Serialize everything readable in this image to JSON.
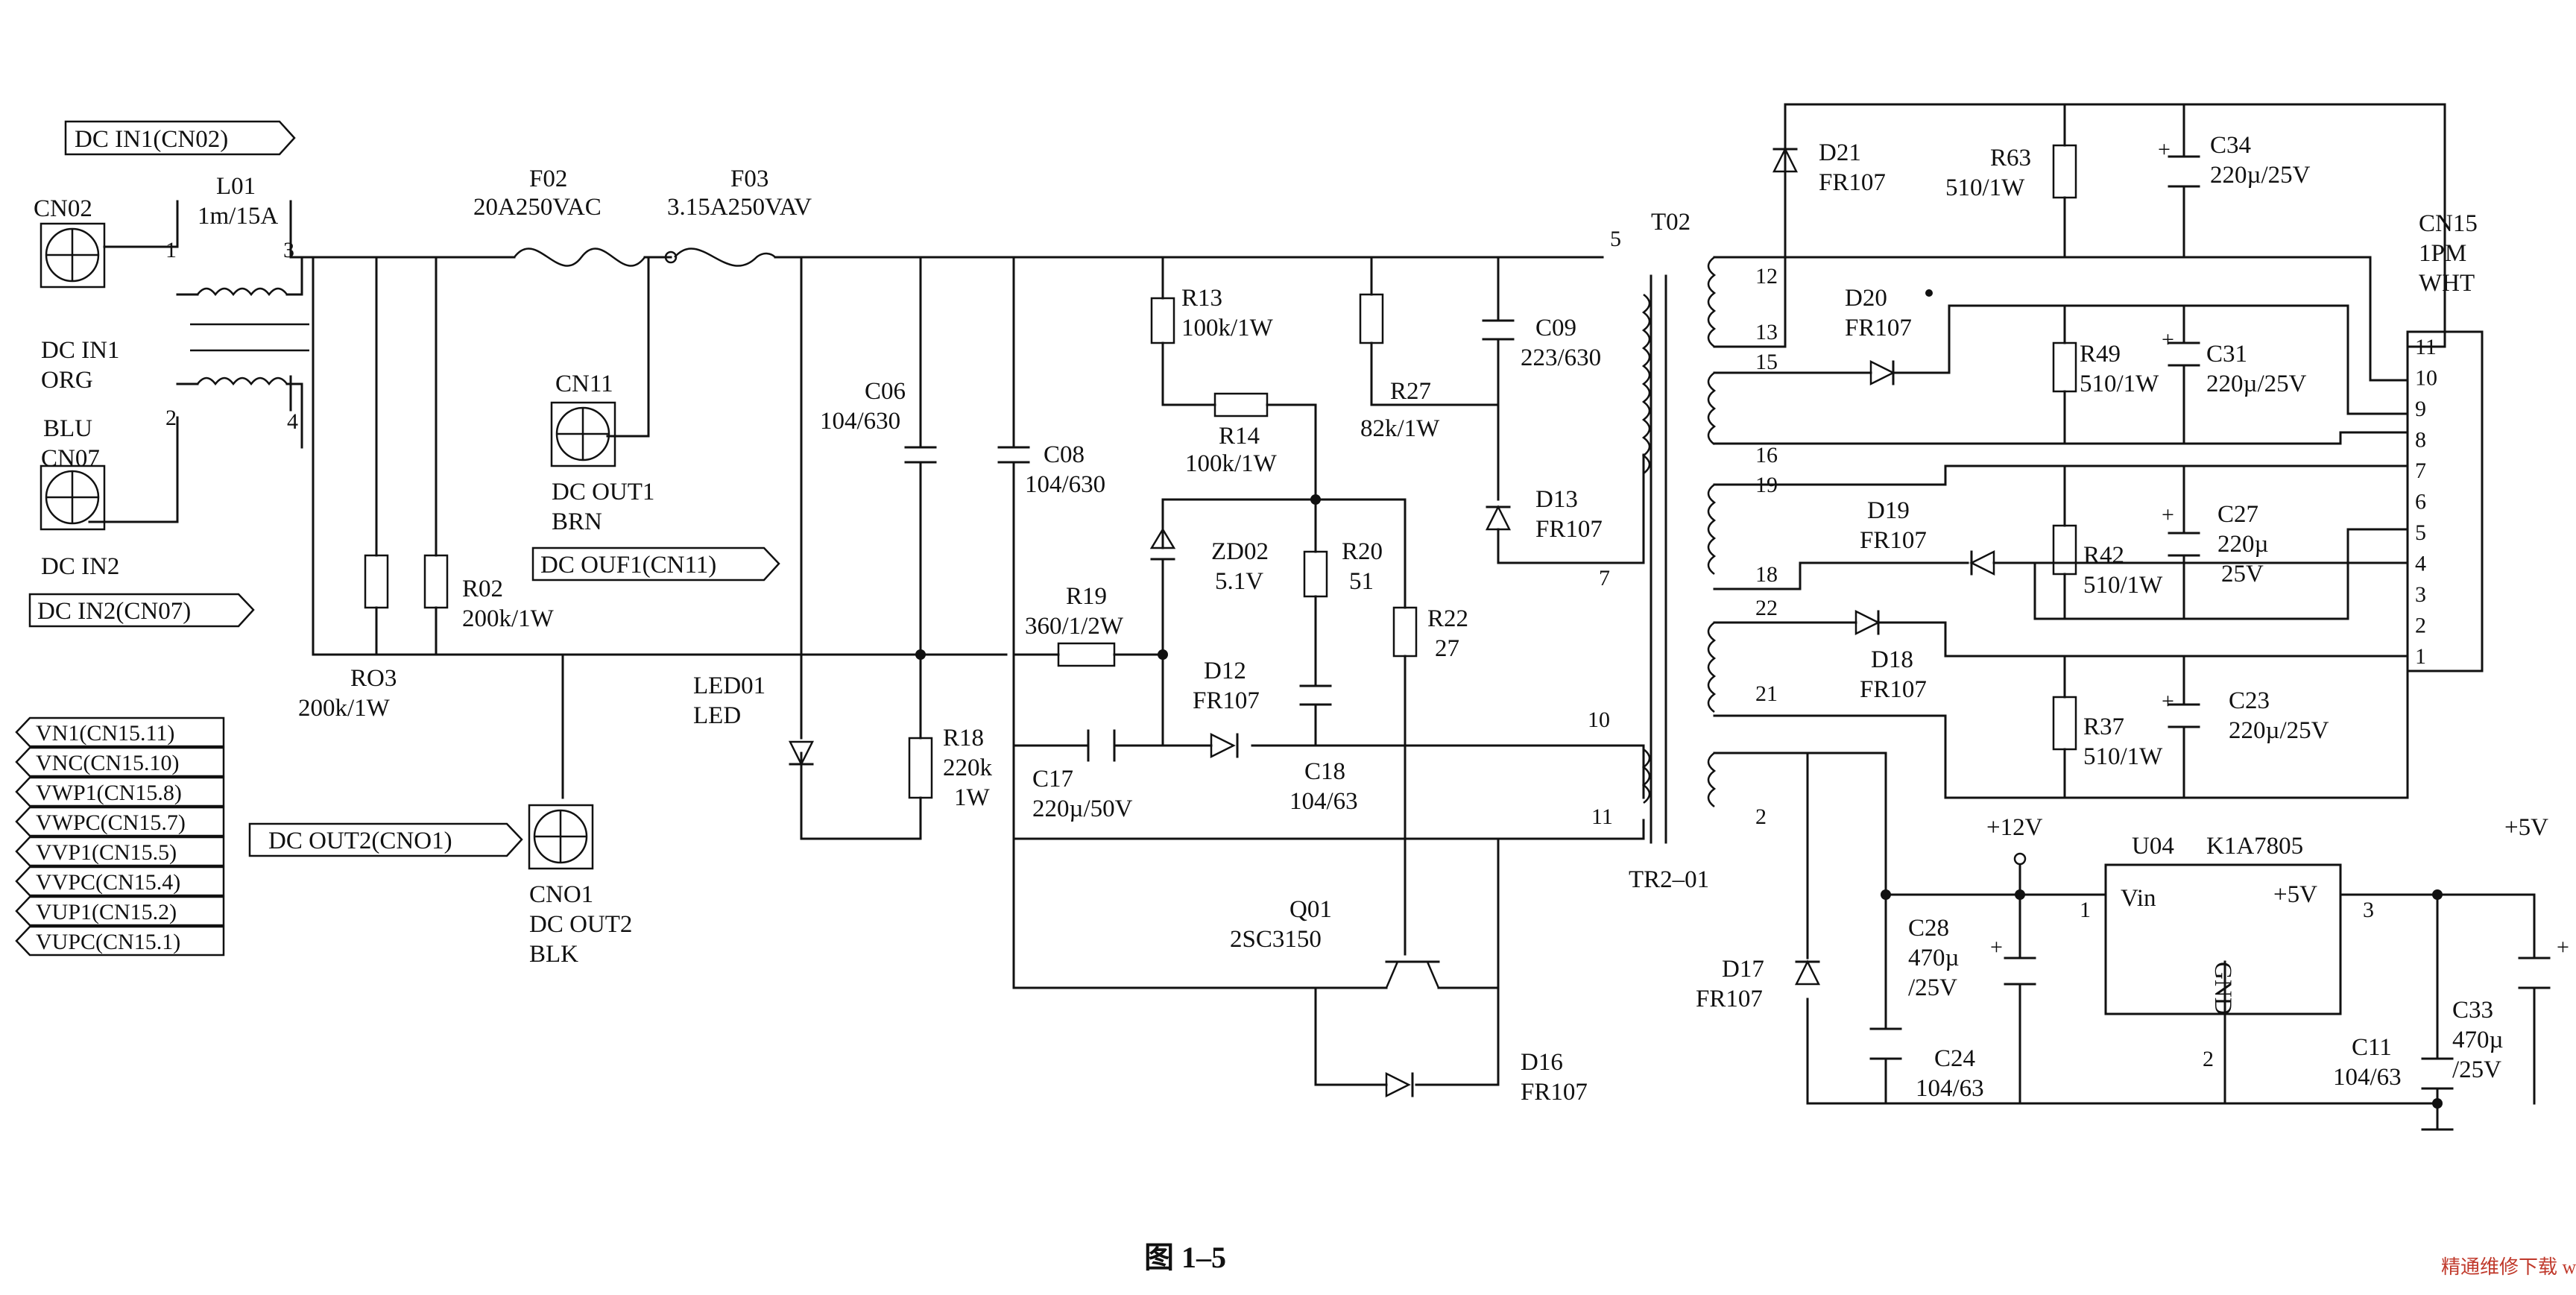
{
  "caption": "图 1–5",
  "watermark": "精通维修下载 www.gzweix.com",
  "connectors": {
    "cn02": {
      "name": "CN02"
    },
    "dc_in1_orange": {
      "line1": "DC IN1",
      "line2": "ORG"
    },
    "blu_cn07": {
      "line1": "BLU",
      "line2": "CN07"
    },
    "dc_in2": "DC IN2",
    "cn11": {
      "name": "CN11",
      "line1": "DC OUT1",
      "line2": "BRN"
    },
    "cno1": {
      "line1": "CNO1",
      "line2": "DC OUT2",
      "line3": "BLK"
    },
    "cn15": {
      "line1": "CN15",
      "line2": "1PM",
      "line3": "WHT",
      "pins": [
        "11",
        "10",
        "9",
        "8",
        "7",
        "6",
        "5",
        "4",
        "3",
        "2",
        "1"
      ]
    }
  },
  "flags": {
    "dc_in1": "DC IN1(CN02)",
    "dc_in2": "DC IN2(CN07)",
    "dc_out1": "DC OUF1(CN11)",
    "dc_out2": "DC OUT2(CNO1)",
    "vlist": [
      "VN1(CN15.11)",
      "VNC(CN15.10)",
      "VWP1(CN15.8)",
      "VWPC(CN15.7)",
      "VVP1(CN15.5)",
      "VVPC(CN15.4)",
      "VUP1(CN15.2)",
      "VUPC(CN15.1)"
    ]
  },
  "components": {
    "l01": {
      "name": "L01",
      "value": "1m/15A",
      "pins": [
        "1",
        "3",
        "2",
        "4"
      ]
    },
    "f02": {
      "name": "F02",
      "value": "20A250VAC"
    },
    "f03": {
      "name": "F03",
      "value": "3.15A250VAV"
    },
    "ro3": {
      "name": "RO3",
      "value": "200k/1W"
    },
    "r02": {
      "name": "R02",
      "value": "200k/1W"
    },
    "c06": {
      "name": "C06",
      "value": "104/630"
    },
    "c08": {
      "name": "C08",
      "value": "104/630"
    },
    "led01": {
      "name": "LED01",
      "value": "LED"
    },
    "r18": {
      "name": "R18",
      "value": "220k",
      "value2": "1W"
    },
    "r13": {
      "name": "R13",
      "value": "100k/1W"
    },
    "r14": {
      "name": "R14",
      "value": "100k/1W"
    },
    "r27": {
      "name": "R27",
      "value": "82k/1W"
    },
    "c09": {
      "name": "C09",
      "value": "223/630"
    },
    "d13": {
      "name": "D13",
      "value": "FR107"
    },
    "zd02": {
      "name": "ZD02",
      "value": "5.1V"
    },
    "r20": {
      "name": "R20",
      "value": "51"
    },
    "r19": {
      "name": "R19",
      "value": "360/1/2W"
    },
    "r22": {
      "name": "R22",
      "value": "27"
    },
    "d12": {
      "name": "D12",
      "value": "FR107"
    },
    "c17": {
      "name": "C17",
      "value": "220µ/50V"
    },
    "c18": {
      "name": "C18",
      "value": "104/63"
    },
    "q01": {
      "name": "Q01",
      "value": "2SC3150"
    },
    "d16": {
      "name": "D16",
      "value": "FR107"
    },
    "t02": {
      "name": "T02",
      "sub": "TR2–01",
      "pins": [
        "5",
        "7",
        "10",
        "11",
        "12",
        "13",
        "15",
        "16",
        "19",
        "18",
        "22",
        "21",
        "2"
      ]
    },
    "d21": {
      "name": "D21",
      "value": "FR107"
    },
    "r63": {
      "name": "R63",
      "value": "510/1W"
    },
    "c34": {
      "name": "C34",
      "value": "220µ/25V"
    },
    "d20": {
      "name": "D20",
      "value": "FR107"
    },
    "r49": {
      "name": "R49",
      "value": "510/1W"
    },
    "c31": {
      "name": "C31",
      "value": "220µ/25V"
    },
    "d19": {
      "name": "D19",
      "value": "FR107"
    },
    "r42": {
      "name": "R42",
      "value": "510/1W"
    },
    "c27": {
      "name": "C27",
      "value": "220µ",
      "value2": "25V"
    },
    "d18": {
      "name": "D18",
      "value": "FR107"
    },
    "r37": {
      "name": "R37",
      "value": "510/1W"
    },
    "c23": {
      "name": "C23",
      "value": "220µ/25V"
    },
    "d17": {
      "name": "D17",
      "value": "FR107"
    },
    "c24": {
      "name": "C24",
      "value": "104/63"
    },
    "c28": {
      "name": "C28",
      "value": "470µ",
      "value2": "/25V"
    },
    "rail12": "+12V",
    "u04": {
      "name": "U04",
      "part": "K1A7805",
      "vin": "Vin",
      "vout": "+5V",
      "gnd": "GND",
      "pins": [
        "1",
        "3",
        "2"
      ]
    },
    "c11": {
      "name": "C11",
      "value": "104/63"
    },
    "rail5": "+5V",
    "c33": {
      "name": "C33",
      "value": "470µ",
      "value2": "/25V"
    }
  }
}
